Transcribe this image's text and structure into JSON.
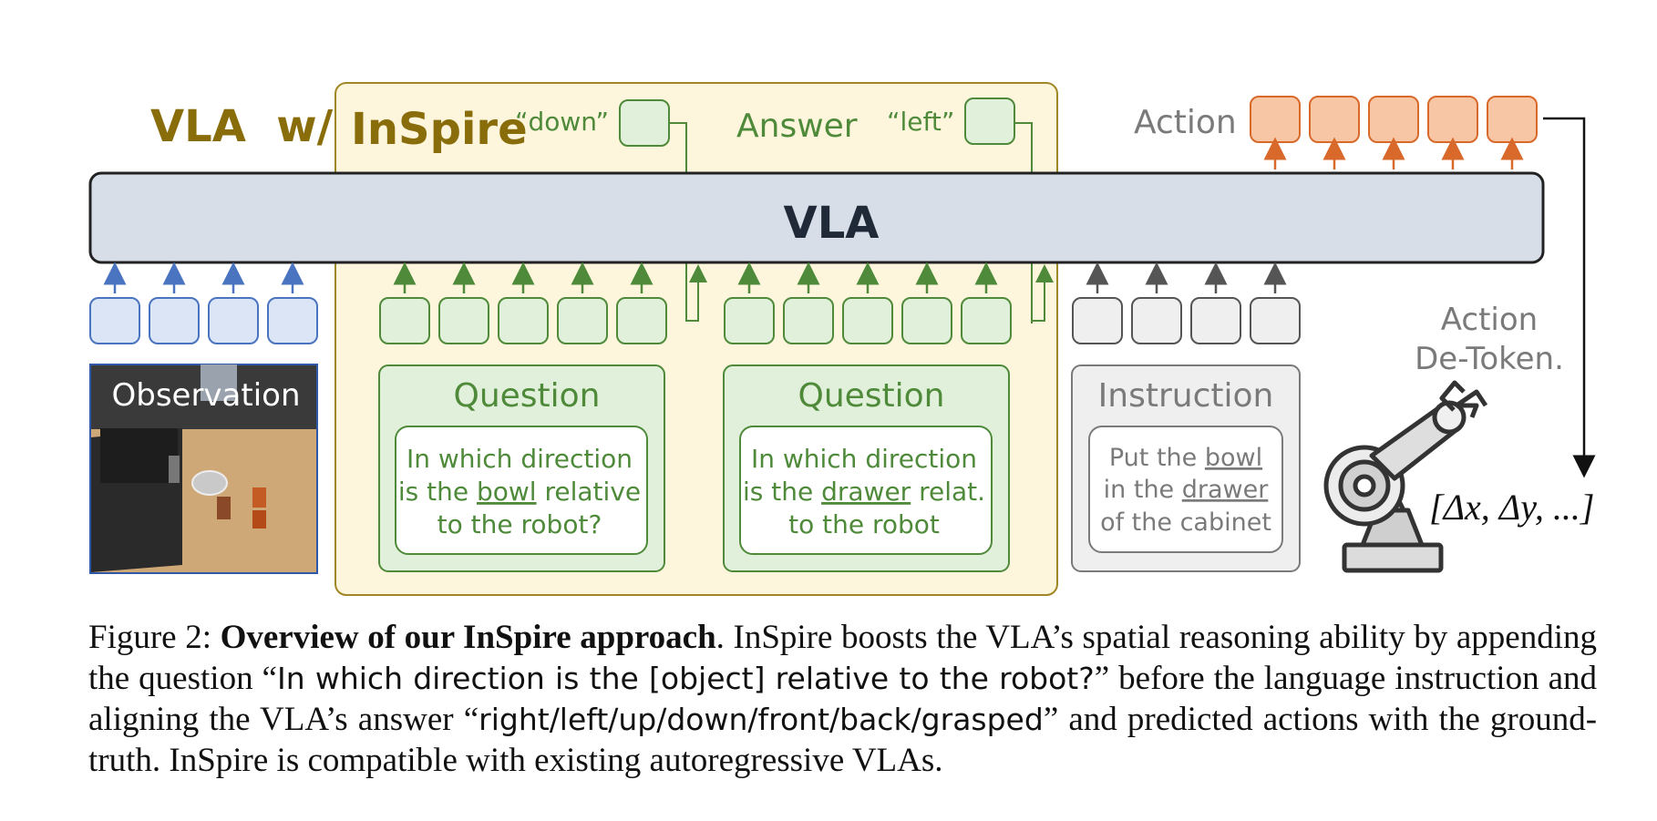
{
  "figure": {
    "title_prefix": "VLA  w/",
    "title_name": "InSpire",
    "answer_label": "Answer",
    "answer_token_1": "“down”",
    "answer_token_2": "“left”",
    "action_label": "Action",
    "vla_label": "VLA",
    "observation_label": "Observation",
    "detoken_line1": "Action",
    "detoken_line2": "De-Token.",
    "delta_output": "[Δx, Δy, ...]",
    "question1": {
      "title": "Question",
      "line1": "In which direction",
      "line2_pre": "is the ",
      "line2_u": "bowl",
      "line2_post": " relative",
      "line3": "to the robot?"
    },
    "question2": {
      "title": "Question",
      "line1": "In which direction",
      "line2_pre": "is the ",
      "line2_u": "drawer",
      "line2_post": " relat.",
      "line3": "to the robot"
    },
    "instruction": {
      "title": "Instruction",
      "line1_pre": "Put the ",
      "line1_u": "bowl",
      "line2_pre": "in the ",
      "line2_u": "drawer",
      "line3": "of the cabinet"
    },
    "colors": {
      "inspire_bg": "#fdf6dc",
      "inspire_border": "#a08624",
      "title_gold": "#8a6d0b",
      "green": "#4e8a3a",
      "green_fill": "#e1f0da",
      "blue": "#4a74c0",
      "blue_fill": "#dbe5f6",
      "orange": "#d9692b",
      "orange_fill": "#f7c7a5",
      "gray": "#7a7a7a",
      "vla_fill": "#d7dee8"
    }
  },
  "caption": {
    "lead": "Figure 2: ",
    "bold": "Overview of our InSpire approach",
    "text1": ". InSpire boosts the VLA’s spatial reasoning ability by appending the question “",
    "quote1": "In which direction is the [object] relative to the robot?",
    "text2": "” before the language instruction and aligning the VLA’s answer “",
    "quote2": "right/left/up/down/front/back/grasped",
    "text3": "” and predicted actions with the ground-truth. InSpire is compatible with existing autoregressive VLAs."
  }
}
